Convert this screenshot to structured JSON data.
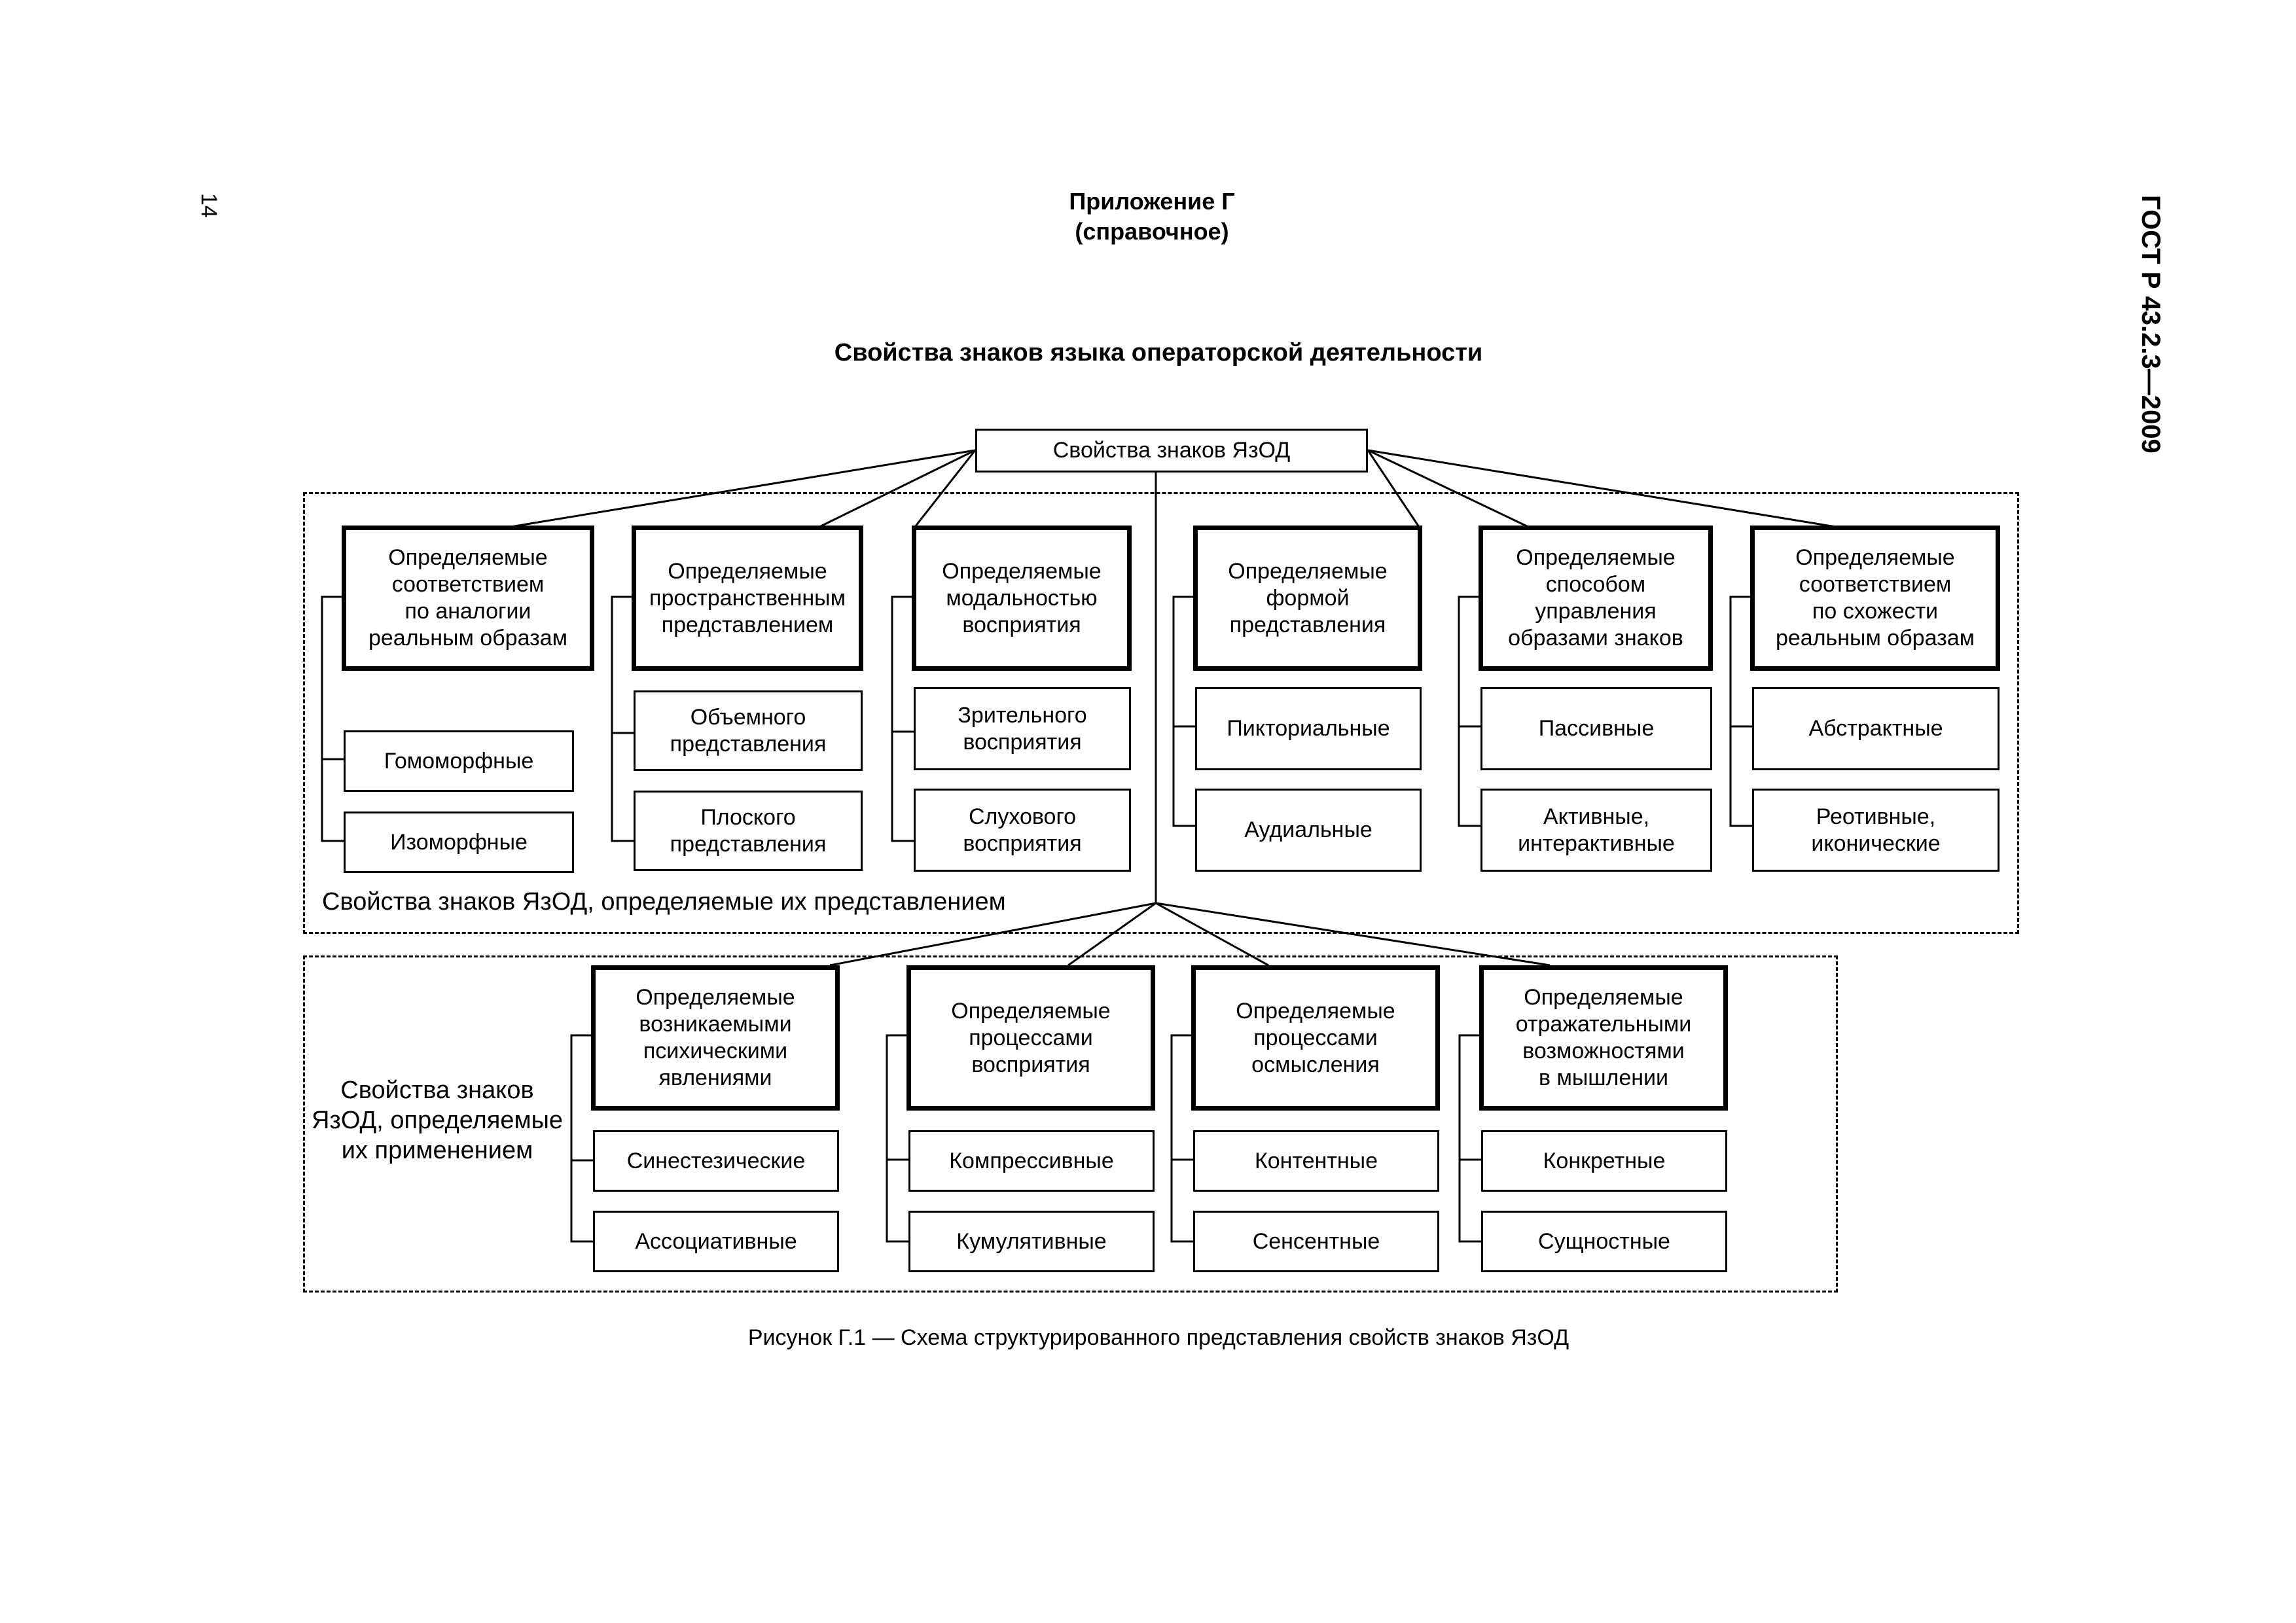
{
  "page": {
    "number": "14",
    "standard": "ГОСТ Р 43.2.3—2009",
    "appendix_title": "Приложение Г",
    "appendix_kind": "(справочное)",
    "section_title": "Свойства знаков языка операторской деятельности",
    "caption": "Рисунок Г.1 — Схема структурированного представления свойств знаков ЯзОД"
  },
  "diagram": {
    "root": "Свойства знаков ЯзОД",
    "group1": {
      "label": "Свойства знаков ЯзОД, определяемые их представлением",
      "columns": [
        {
          "header": "Определяемые\nсоответствием\nпо аналогии\nреальным образам",
          "items": [
            "Гомоморфные",
            "Изоморфные"
          ]
        },
        {
          "header": "Определяемые\nпространственным\nпредставлением",
          "items": [
            "Объемного\nпредставления",
            "Плоского\nпредставления"
          ]
        },
        {
          "header": "Определяемые\nмодальностью\nвосприятия",
          "items": [
            "Зрительного\nвосприятия",
            "Слухового\nвосприятия"
          ]
        },
        {
          "header": "Определяемые\nформой\nпредставления",
          "items": [
            "Пикториальные",
            "Аудиальные"
          ]
        },
        {
          "header": "Определяемые\nспособом\nуправления\nобразами знаков",
          "items": [
            "Пассивные",
            "Активные,\nинтерактивные"
          ]
        },
        {
          "header": "Определяемые\nсоответствием\nпо схожести\nреальным образам",
          "items": [
            "Абстрактные",
            "Реотивные,\nиконические"
          ]
        }
      ]
    },
    "group2": {
      "label": "Свойства знаков\nЯзОД, определяемые\nих применением",
      "columns": [
        {
          "header": "Определяемые\nвозникаемыми\nпсихическими\nявлениями",
          "items": [
            "Синестезические",
            "Ассоциативные"
          ]
        },
        {
          "header": "Определяемые\nпроцессами\nвосприятия",
          "items": [
            "Компрессивные",
            "Кумулятивные"
          ]
        },
        {
          "header": "Определяемые\nпроцессами\nосмысления",
          "items": [
            "Контентные",
            "Сенсентные"
          ]
        },
        {
          "header": "Определяемые\nотражательными\nвозможностями\nв мышлении",
          "items": [
            "Конкретные",
            "Сущностные"
          ]
        }
      ]
    }
  }
}
